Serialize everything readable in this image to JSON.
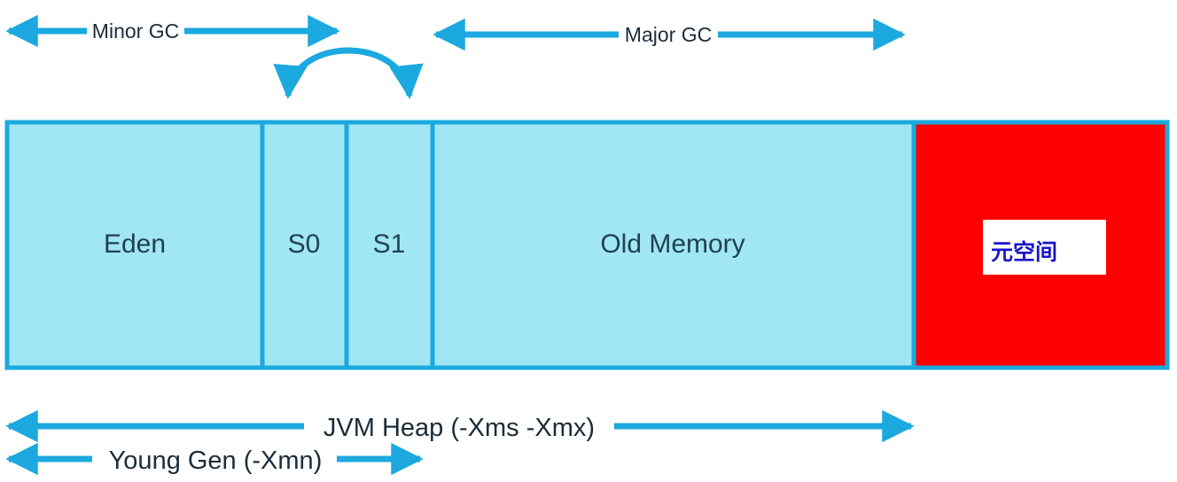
{
  "colors": {
    "accent": "#1ba9df",
    "region_fill": "#a0e6f3",
    "metaspace_fill": "#ff0000",
    "metaspace_label": "#1a14c8",
    "text": "#1b2c3a"
  },
  "arrows": {
    "minor_gc": "Minor GC",
    "major_gc": "Major GC"
  },
  "regions": {
    "eden": "Eden",
    "s0": "S0",
    "s1": "S1",
    "old_memory": "Old Memory",
    "metaspace": "元空间"
  },
  "ranges": {
    "jvm_heap": "JVM Heap (-Xms -Xmx)",
    "young_gen": "Young Gen (-Xmn)"
  }
}
